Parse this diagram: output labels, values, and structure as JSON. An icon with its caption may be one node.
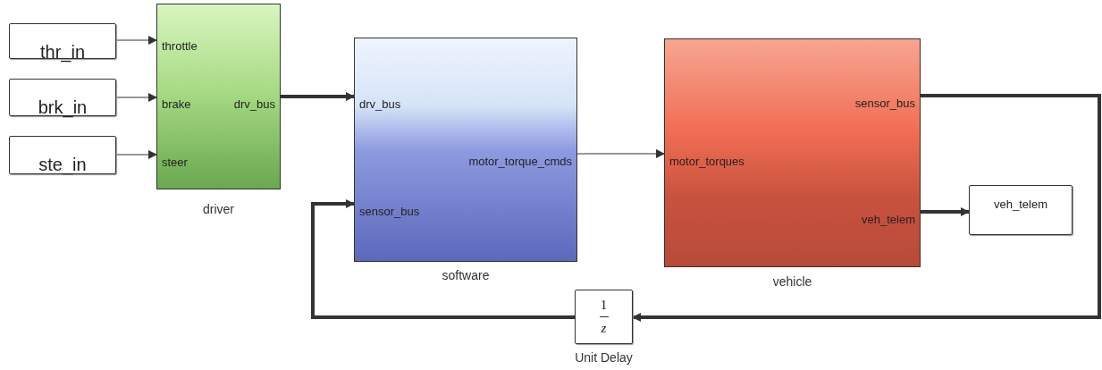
{
  "diagram": {
    "nodes": [
      {
        "text": [
          "thr_in"
        ]
      },
      {
        "text": [
          "brk_in"
        ]
      },
      {
        "text": [
          "ste_in"
        ]
      },
      {
        "text": [
          "throttle",
          "brake",
          "steer",
          "drv_bus"
        ],
        "beside": [
          "driver"
        ]
      },
      {
        "text": [
          "drv_bus",
          "motor_torque_cmds",
          "sensor_bus"
        ],
        "beside": [
          "software"
        ]
      },
      {
        "text": [
          "sensor_bus",
          "motor_torques",
          "veh_telem"
        ],
        "beside": [
          "vehicle"
        ]
      },
      {
        "text": [
          "veh_telem"
        ]
      },
      {
        "text": [
          "1",
          "z"
        ],
        "beside": [
          "Unit Delay"
        ]
      }
    ],
    "edges": [
      {
        "from": 0,
        "to": 3,
        "arrow": "to"
      },
      {
        "from": 1,
        "to": 3,
        "arrow": "to"
      },
      {
        "from": 2,
        "to": 3,
        "arrow": "to"
      },
      {
        "from": 3,
        "to": 4,
        "arrow": "to",
        "style": "thick"
      },
      {
        "from": 4,
        "to": 5,
        "arrow": "to"
      },
      {
        "from": 5,
        "to": 6,
        "arrow": "to",
        "style": "thick"
      },
      {
        "from": 5,
        "to": 7,
        "arrow": "to",
        "style": "thick"
      },
      {
        "from": 7,
        "to": 4,
        "arrow": "to",
        "style": "thick"
      }
    ]
  }
}
